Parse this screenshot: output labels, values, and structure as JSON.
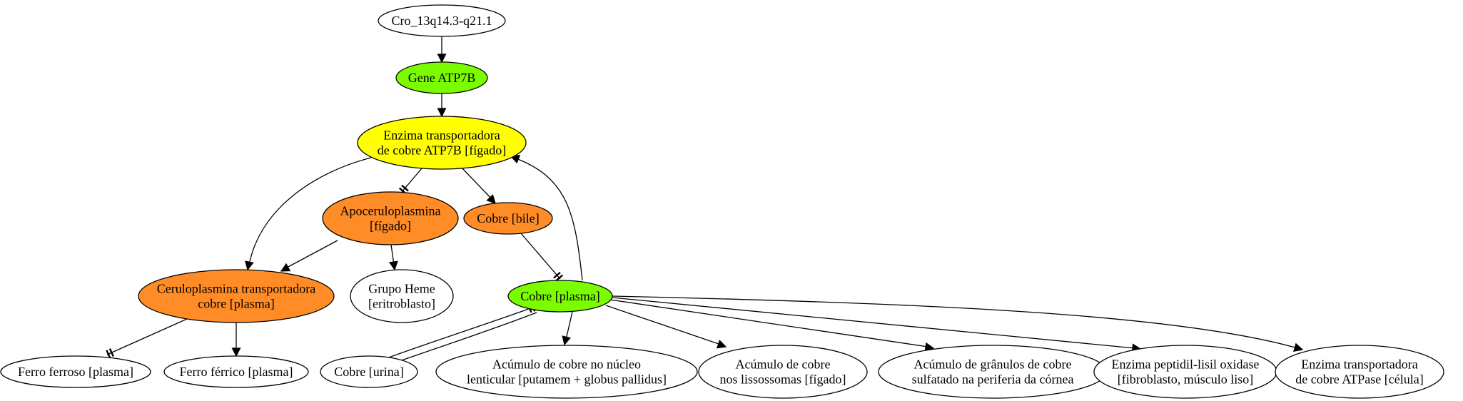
{
  "colors": {
    "green": "#7cfc00",
    "yellow": "#ffff00",
    "orange": "#ff8c27",
    "white": "#ffffff",
    "line": "#000000"
  },
  "nodes": [
    {
      "id": "cro",
      "lines": [
        "Cro_13q14.3-q21.1"
      ],
      "fill": "white"
    },
    {
      "id": "gene",
      "lines": [
        "Gene ATP7B"
      ],
      "fill": "green"
    },
    {
      "id": "enzima",
      "lines": [
        "Enzima transportadora",
        "de cobre ATP7B [fígado]"
      ],
      "fill": "yellow"
    },
    {
      "id": "apo",
      "lines": [
        "Apoceruloplasmina",
        "[fígado]"
      ],
      "fill": "orange"
    },
    {
      "id": "bile",
      "lines": [
        "Cobre [bile]"
      ],
      "fill": "orange"
    },
    {
      "id": "cerulo",
      "lines": [
        "Ceruloplasmina transportadora",
        "cobre [plasma]"
      ],
      "fill": "orange"
    },
    {
      "id": "heme",
      "lines": [
        "Grupo Heme",
        "[eritroblasto]"
      ],
      "fill": "white"
    },
    {
      "id": "plasma",
      "lines": [
        "Cobre [plasma]"
      ],
      "fill": "green"
    },
    {
      "id": "ferroso",
      "lines": [
        "Ferro ferroso [plasma]"
      ],
      "fill": "white"
    },
    {
      "id": "ferrico",
      "lines": [
        "Ferro férrico [plasma]"
      ],
      "fill": "white"
    },
    {
      "id": "urina",
      "lines": [
        "Cobre [urina]"
      ],
      "fill": "white"
    },
    {
      "id": "nucleo",
      "lines": [
        "Acúmulo de cobre no núcleo",
        "lenticular [putamem + globus pallidus]"
      ],
      "fill": "white"
    },
    {
      "id": "lisso",
      "lines": [
        "Acúmulo de cobre",
        "nos lissossomas [fígado]"
      ],
      "fill": "white"
    },
    {
      "id": "cornea",
      "lines": [
        "Acúmulo de grânulos de cobre",
        "sulfatado na periferia da córnea"
      ],
      "fill": "white"
    },
    {
      "id": "peptidil",
      "lines": [
        "Enzima peptidil-lisil oxidase",
        "[fibroblasto, músculo liso]"
      ],
      "fill": "white"
    },
    {
      "id": "atpase",
      "lines": [
        "Enzima transportadora",
        "de cobre ATPase [célula]"
      ],
      "fill": "white"
    }
  ],
  "edges": [
    {
      "from": "cro",
      "to": "gene",
      "type": "arrow"
    },
    {
      "from": "gene",
      "to": "enzima",
      "type": "arrow"
    },
    {
      "from": "enzima",
      "to": "cerulo",
      "type": "arrow"
    },
    {
      "from": "enzima",
      "to": "apo",
      "type": "tee"
    },
    {
      "from": "enzima",
      "to": "bile",
      "type": "arrow"
    },
    {
      "from": "plasma",
      "to": "enzima",
      "type": "arrow"
    },
    {
      "from": "apo",
      "to": "cerulo",
      "type": "arrow"
    },
    {
      "from": "apo",
      "to": "heme",
      "type": "arrow"
    },
    {
      "from": "bile",
      "to": "plasma",
      "type": "tee"
    },
    {
      "from": "cerulo",
      "to": "ferroso",
      "type": "tee"
    },
    {
      "from": "cerulo",
      "to": "ferrico",
      "type": "arrow"
    },
    {
      "from": "urina",
      "to": "plasma",
      "type": "tee"
    },
    {
      "from": "plasma",
      "to": "urina",
      "type": "plain"
    },
    {
      "from": "plasma",
      "to": "nucleo",
      "type": "arrow"
    },
    {
      "from": "plasma",
      "to": "lisso",
      "type": "arrow"
    },
    {
      "from": "plasma",
      "to": "cornea",
      "type": "arrow"
    },
    {
      "from": "plasma",
      "to": "peptidil",
      "type": "arrow"
    },
    {
      "from": "plasma",
      "to": "atpase",
      "type": "arrow"
    }
  ]
}
